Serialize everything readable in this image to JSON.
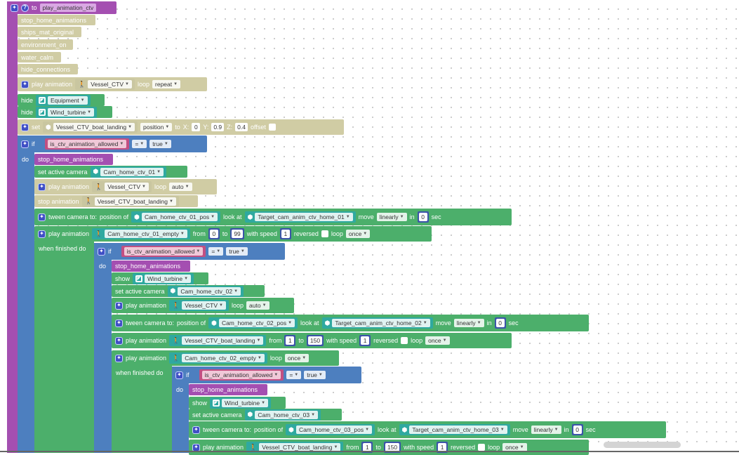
{
  "procedure": {
    "prefix": "to",
    "name": "play_animation_ctv"
  },
  "top_calls": [
    "stop_home_animations",
    "ships_mat_original",
    "environment_on",
    "water_calm",
    "hide_connections"
  ],
  "play1": {
    "label": "play animation",
    "object": "Vessel_CTV",
    "loop_label": "loop",
    "loop_value": "repeat"
  },
  "hide_rows": [
    {
      "label": "hide",
      "object": "Equipment"
    },
    {
      "label": "hide",
      "object": "Wind_turbine"
    }
  ],
  "set_block": {
    "label": "set",
    "object": "Vessel_CTV_boat_landing",
    "property": "position",
    "to": "to",
    "x_label": "X:",
    "x": "0",
    "y_label": "Y:",
    "y": "0.9",
    "z_label": "Z:",
    "z": "0.4",
    "offset": "offset"
  },
  "if_labels": {
    "if": "if",
    "do": "do",
    "eq": "=",
    "true": "true",
    "var": "is_ctv_animation_allowed",
    "when_finished": "when finished do"
  },
  "level1": {
    "call": "stop_home_animations",
    "set_camera": {
      "label": "set active camera",
      "camera": "Cam_home_ctv_01"
    },
    "play": {
      "label": "play animation",
      "object": "Vessel_CTV",
      "loop_label": "loop",
      "loop_value": "auto"
    },
    "stop": {
      "label": "stop animation",
      "object": "Vessel_CTV_boat_landing"
    },
    "tween": {
      "label": "tween camera to:",
      "pos_label": "position of",
      "pos": "Cam_home_ctv_01_pos",
      "look_label": "look at",
      "target": "Target_cam_anim_ctv_home_01",
      "move_label": "move",
      "move": "linearly",
      "in_label": "in",
      "secs": "0",
      "sec_label": "sec"
    },
    "play2": {
      "label": "play animation",
      "object": "Cam_home_ctv_01_empty",
      "from_label": "from",
      "from": "0",
      "to_label": "to",
      "to": "99",
      "speed_label": "with speed",
      "speed": "1",
      "reversed_label": "reversed",
      "loop_label": "loop",
      "loop_value": "once"
    }
  },
  "level2": {
    "call": "stop_home_animations",
    "show": {
      "label": "show",
      "object": "Wind_turbine"
    },
    "set_camera": {
      "label": "set active camera",
      "camera": "Cam_home_ctv_02"
    },
    "play": {
      "label": "play animation",
      "object": "Vessel_CTV",
      "loop_label": "loop",
      "loop_value": "auto"
    },
    "tween": {
      "label": "tween camera to:",
      "pos_label": "position of",
      "pos": "Cam_home_ctv_02_pos",
      "look_label": "look at",
      "target": "Target_cam_anim_ctv_home_02",
      "move_label": "move",
      "move": "linearly",
      "in_label": "in",
      "secs": "0",
      "sec_label": "sec"
    },
    "play2": {
      "label": "play animation",
      "object": "Vessel_CTV_boat_landing",
      "from_label": "from",
      "from": "1",
      "to_label": "to",
      "to": "150",
      "speed_label": "with speed",
      "speed": "1",
      "reversed_label": "reversed",
      "loop_label": "loop",
      "loop_value": "once"
    },
    "play3": {
      "label": "play animation",
      "object": "Cam_home_ctv_02_empty",
      "loop_label": "loop",
      "loop_value": "once"
    }
  },
  "level3": {
    "call": "stop_home_animations",
    "show": {
      "label": "show",
      "object": "Wind_turbine"
    },
    "set_camera": {
      "label": "set active camera",
      "camera": "Cam_home_ctv_03"
    },
    "tween": {
      "label": "tween camera to:",
      "pos_label": "position of",
      "pos": "Cam_home_ctv_03_pos",
      "look_label": "look at",
      "target": "Target_cam_anim_ctv_home_03",
      "move_label": "move",
      "move": "linearly",
      "in_label": "in",
      "secs": "0",
      "sec_label": "sec"
    },
    "play": {
      "label": "play animation",
      "object": "Vessel_CTV_boat_landing",
      "from_label": "from",
      "from": "1",
      "to_label": "to",
      "to": "150",
      "speed_label": "with speed",
      "speed": "1",
      "reversed_label": "reversed",
      "loop_label": "loop",
      "loop_value": "once"
    }
  },
  "colors": {
    "procedure": "#a44fb1",
    "call": "#bf7fd0",
    "disabled": "#d0cca4",
    "action": "#4caf6b",
    "object": "#2fa9a0",
    "logic": "#4d7fbf",
    "variable": "#c24f82",
    "number": "#3c54a8"
  }
}
